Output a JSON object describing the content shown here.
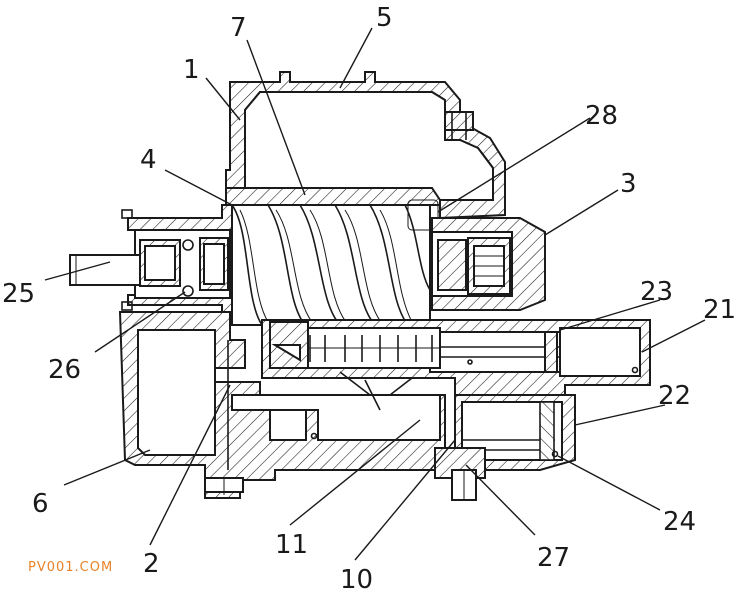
{
  "figure": {
    "labels": [
      {
        "id": "1",
        "text": "1"
      },
      {
        "id": "2",
        "text": "2"
      },
      {
        "id": "3",
        "text": "3"
      },
      {
        "id": "4",
        "text": "4"
      },
      {
        "id": "5",
        "text": "5"
      },
      {
        "id": "6",
        "text": "6"
      },
      {
        "id": "7",
        "text": "7"
      },
      {
        "id": "10",
        "text": "10"
      },
      {
        "id": "11",
        "text": "11"
      },
      {
        "id": "21",
        "text": "21"
      },
      {
        "id": "22",
        "text": "22"
      },
      {
        "id": "23",
        "text": "23"
      },
      {
        "id": "24",
        "text": "24"
      },
      {
        "id": "25",
        "text": "25"
      },
      {
        "id": "26",
        "text": "26"
      },
      {
        "id": "27",
        "text": "27"
      },
      {
        "id": "28",
        "text": "28"
      }
    ]
  },
  "watermark": {
    "text": "PV001.COM",
    "color": "#e8832a"
  }
}
